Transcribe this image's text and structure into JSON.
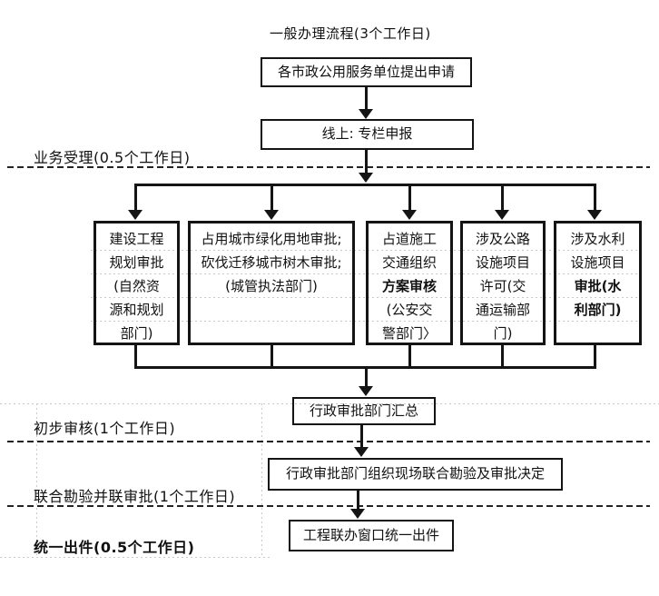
{
  "title": "一般办理流程(3个工作日)",
  "flow": {
    "apply": "各市政公用服务单位提出申请",
    "online": "线上: 专栏申报",
    "summary": "行政审批部门汇总",
    "joint_review": "行政审批部门组织现场联合勘验及审批决定",
    "issue": "工程联办窗口统一出件"
  },
  "parallel": [
    {
      "lines": [
        "建设工程",
        "规划审批",
        "(自然资",
        "源和规划",
        "部门)"
      ]
    },
    {
      "lines": [
        "占用城市绿化用地审批;",
        "砍伐迁移城市树木审批;",
        "(城管执法部门)"
      ]
    },
    {
      "lines": [
        "占道施工",
        "交通组织",
        "方案审核",
        "(公安交",
        "警部门〉"
      ]
    },
    {
      "lines": [
        "涉及公路",
        "设施项目",
        "许可(交",
        "通运输部",
        "门)"
      ]
    },
    {
      "lines": [
        "涉及水利",
        "设施项目",
        "审批(水",
        "利部门)"
      ]
    }
  ],
  "stages": [
    {
      "label": "业务受理(0.5个工作日)"
    },
    {
      "label": "初步审核(1个工作日)"
    },
    {
      "label": "联合勘验并联审批(1个工作日)"
    },
    {
      "label": "统一出件(0.5个工作日)"
    }
  ]
}
